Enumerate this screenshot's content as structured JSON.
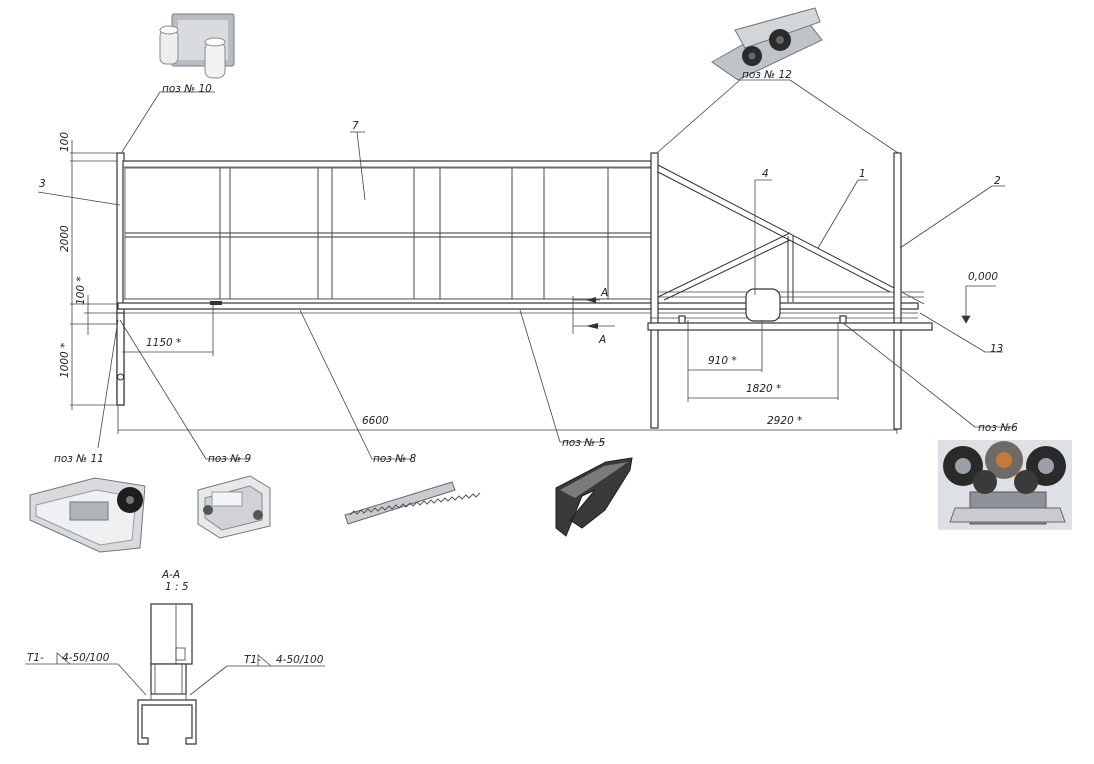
{
  "dimensions": {
    "post_cap": "100",
    "gate_height": "2000",
    "bottom_gap": "100 *",
    "foundation_depth": "1000 *",
    "rack_offset": "1150 *",
    "gate_width": "6600",
    "carriage_1": "910 *",
    "carriage_2": "1820 *",
    "tail_length": "2920 *",
    "elevation": "0,000"
  },
  "callouts": {
    "item_1": "1",
    "item_2": "2",
    "item_3": "3",
    "item_4": "4",
    "item_7": "7",
    "item_13": "13"
  },
  "parts": {
    "p10": "поз № 10",
    "p12": "поз № 12",
    "p11": "поз № 11",
    "p9": "поз № 9",
    "p8": "поз № 8",
    "p5": "поз № 5",
    "p6": "поз №6"
  },
  "section": {
    "marker": "А",
    "title": "А-А",
    "scale": "1 : 5",
    "weld_left": "Т1-",
    "weld_left_value": "4-50/100",
    "weld_right": "Т1-",
    "weld_right_value": "4-50/100"
  }
}
